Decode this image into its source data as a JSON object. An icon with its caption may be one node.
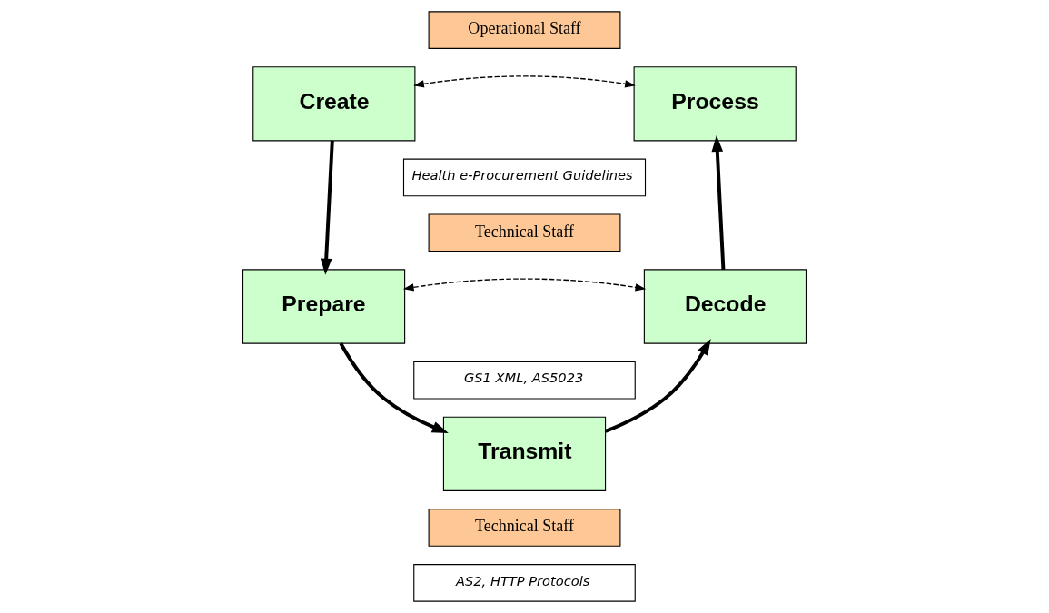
{
  "diagram": {
    "nodes": [
      {
        "text": [
          "Create"
        ]
      },
      {
        "text": [
          "Operational Staff"
        ]
      },
      {
        "text": [
          "Process"
        ]
      },
      {
        "text": [
          "Health e-Procurement Guidelines"
        ]
      },
      {
        "text": [
          "Technical Staff"
        ]
      },
      {
        "text": [
          "Prepare"
        ]
      },
      {
        "text": [
          "Decode"
        ]
      },
      {
        "text": [
          "GS1 XML, AS5023"
        ]
      },
      {
        "text": [
          "Transmit"
        ]
      },
      {
        "text": [
          "Technical Staff"
        ]
      },
      {
        "text": [
          "AS2, HTTP Protocols"
        ]
      }
    ],
    "edges": [
      {
        "from": 0,
        "to": 5,
        "arrow": "to"
      },
      {
        "from": 5,
        "to": 8,
        "arrow": "to"
      },
      {
        "from": 8,
        "to": 6,
        "arrow": "to"
      },
      {
        "from": 6,
        "to": 2,
        "arrow": "to"
      },
      {
        "from": 0,
        "to": 2,
        "arrow": "both",
        "style": "dashed"
      },
      {
        "from": 5,
        "to": 6,
        "arrow": "both",
        "style": "dashed"
      }
    ]
  }
}
